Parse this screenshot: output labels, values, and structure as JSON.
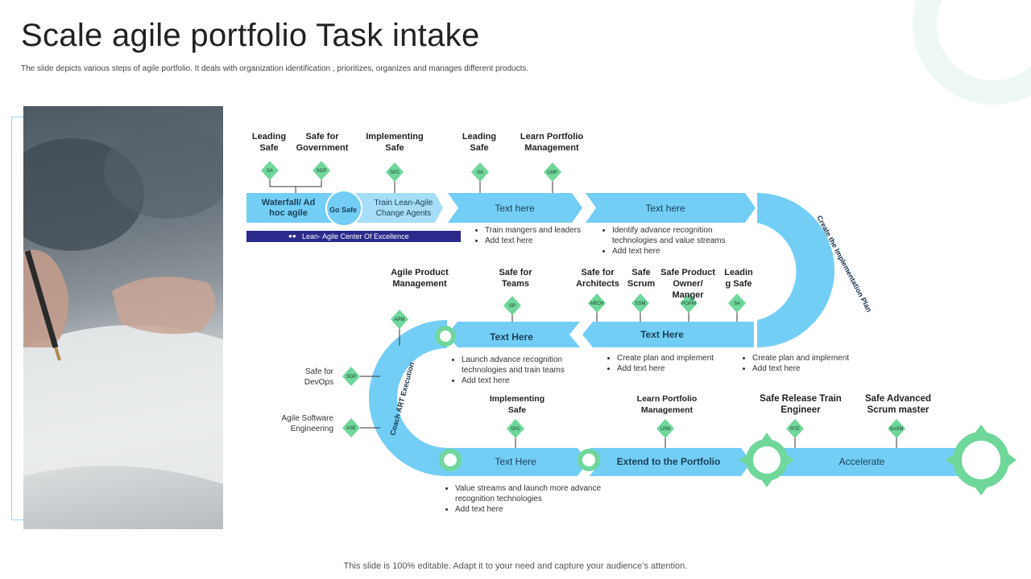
{
  "header": {
    "title": "Scale agile portfolio Task intake",
    "subtitle": "The slide depicts various steps of agile portfolio. It deals with organization identification , prioritizes, organizes and manages different products."
  },
  "footer": {
    "text": "This slide is 100% editable. Adapt it to your need and capture your audience’s attention."
  },
  "colors": {
    "arrow": "#73cef5",
    "badge": "#6fd79a",
    "band": "#2b2a8c"
  },
  "row1": {
    "annotations": [
      {
        "label": "Leading Safe",
        "badge": "SA"
      },
      {
        "label": "Safe for Government",
        "badge": "SGP"
      },
      {
        "label": "Implementing Safe",
        "badge": "SPC"
      },
      {
        "label": "Leading Safe",
        "badge": "SA"
      },
      {
        "label": "Learn Portfolio Management",
        "badge": "LMP"
      }
    ],
    "stages": {
      "s1": "Waterfall/ Ad hoc agile",
      "go_safe": "Go Safe",
      "s2": "Train Lean-Agile Change Agents",
      "s3": "Text here",
      "s4": "Text here"
    },
    "band": "Lean- Agile Center Of Excellence",
    "bullets_a": [
      "Train mangers and  leaders",
      "Add text here"
    ],
    "bullets_b": [
      "Identify advance recognition technologies and value streams",
      "Add text here"
    ]
  },
  "curve_right": "Create the Implementation Plan",
  "row2": {
    "annotations": [
      {
        "label": "Agile Product Management",
        "badge": "APM"
      },
      {
        "label": "Safe for Teams",
        "badge": "SP"
      },
      {
        "label": "Safe for Architects",
        "badge": "ARCH"
      },
      {
        "label": "Safe Scrum",
        "badge": "SSM"
      },
      {
        "label": "Safe Product Owner/ Manger",
        "badge": "POPM"
      },
      {
        "label": "Leadin g Safe",
        "badge": "SA"
      }
    ],
    "stages": {
      "s1": "Text Here",
      "s2": "Text Here"
    },
    "bullets_a": [
      "Launch advance recognition technologies and train teams",
      "Add text here"
    ],
    "bullets_b": [
      "Create plan and implement",
      "Add text here"
    ],
    "bullets_c": [
      "Create plan and implement",
      "Add text here"
    ]
  },
  "curve_left": {
    "label": "Coach ART Execution",
    "side": [
      {
        "label": "Safe for DevOps",
        "badge": "SDP"
      },
      {
        "label": "Agile Software Engineering",
        "badge": "ASE"
      }
    ]
  },
  "row3": {
    "annotations": [
      {
        "label": "Implementing Safe",
        "badge": "SPC"
      },
      {
        "label": "Learn Portfolio Management",
        "badge": "LPM"
      },
      {
        "label": "Safe Release Train Engineer",
        "badge": "RTE"
      },
      {
        "label": "Safe Advanced Scrum master",
        "badge": "SASM"
      }
    ],
    "stages": {
      "s1": "Text Here",
      "s2": "Extend to the Portfolio",
      "s3": "Accelerate"
    },
    "bullets": [
      "Value streams and launch more advance recognition technologies",
      "Add text here"
    ]
  }
}
